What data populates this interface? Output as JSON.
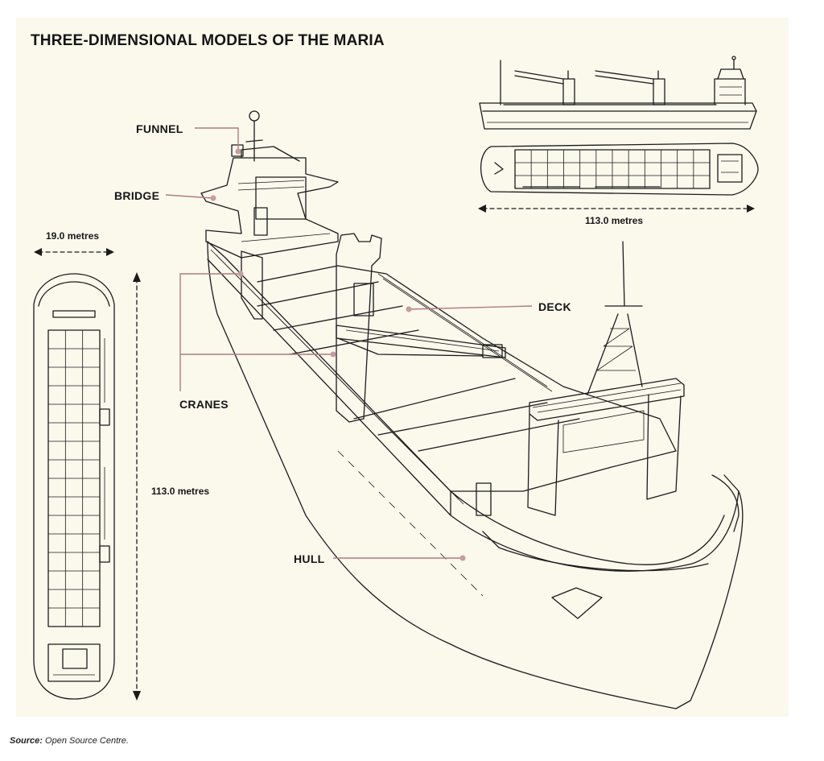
{
  "title": "THREE-DIMENSIONAL MODELS OF THE MARIA",
  "labels": {
    "funnel": "FUNNEL",
    "bridge": "BRIDGE",
    "deck": "DECK",
    "cranes": "CRANES",
    "hull": "HULL"
  },
  "dimensions": {
    "beam": "19.0 metres",
    "length_side": "113.0 metres",
    "length_top": "113.0 metres"
  },
  "source": {
    "prefix": "Source:",
    "text": "Open Source Centre."
  },
  "colors": {
    "background": "#fbf8ec",
    "leader": "#b07c82",
    "ink": "#1b1b1b"
  }
}
